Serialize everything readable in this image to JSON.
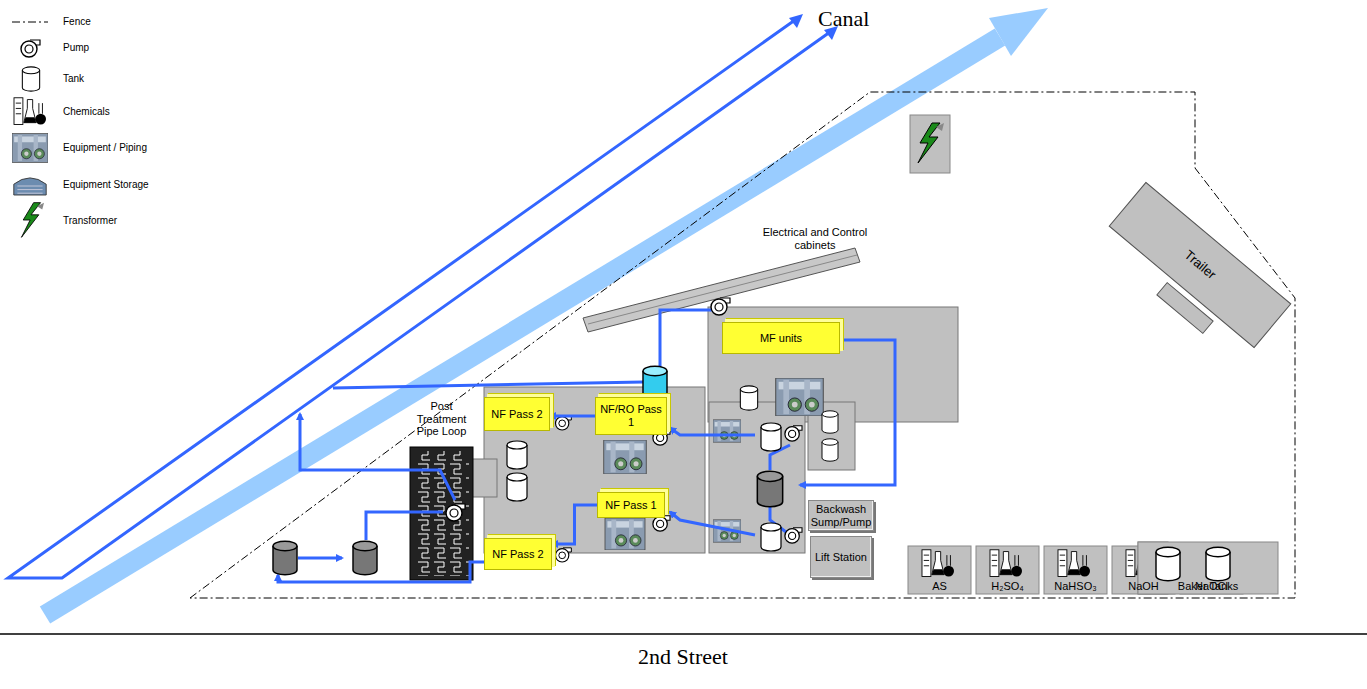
{
  "diagram": {
    "nodes": [
      {
        "text": [
          "Electrical and Control cabinets"
        ]
      },
      {
        "text": [
          "MF units"
        ]
      },
      {
        "text": [
          "Trailer"
        ]
      },
      {
        "text": [
          "NF Pass 2"
        ]
      },
      {
        "text": [
          "NF/RO Pass 1"
        ]
      },
      {
        "text": [
          "Post Treatment Pipe Loop"
        ]
      },
      {
        "text": [
          "NF Pass 1"
        ]
      },
      {
        "text": [
          "NF Pass 2"
        ]
      },
      {
        "text": [
          "Backwash Sump/Pump"
        ]
      },
      {
        "text": [
          "Lift Station"
        ]
      },
      {
        "text": [
          "AS"
        ]
      },
      {
        "text": [
          "H₂SO₄"
        ]
      },
      {
        "text": [
          "NaHSO₃"
        ]
      },
      {
        "text": [
          "NaOH"
        ]
      },
      {
        "text": [
          "NaOCl"
        ]
      },
      {
        "text": [
          "Baker Tanks"
        ]
      }
    ],
    "edges": [
      {
        "from": 4,
        "to": 3,
        "arrow": "to"
      },
      {
        "from": 6,
        "to": 7,
        "arrow": "to"
      }
    ],
    "labels": [
      "Canal",
      "2nd Street"
    ],
    "legend": [
      {
        "text": "Fence"
      },
      {
        "text": "Pump"
      },
      {
        "text": "Tank"
      },
      {
        "text": "Chemicals"
      },
      {
        "text": "Equipment / Piping"
      },
      {
        "text": "Equipment Storage"
      },
      {
        "text": "Transformer"
      }
    ]
  }
}
